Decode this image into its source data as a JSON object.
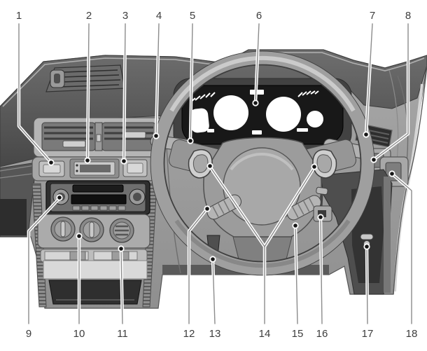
{
  "figure": {
    "background": "#ffffff",
    "palette": {
      "leader_line": "#8c8c8c",
      "label_text": "#3d3d3d",
      "dash_dark": "#4a4a4a",
      "dash_mid": "#9e9e9e",
      "dash_light": "#c4c4c4",
      "cluster_face": "#181818",
      "gauge_white": "#ffffff"
    }
  },
  "callouts": {
    "labels": [
      "1",
      "2",
      "3",
      "4",
      "5",
      "6",
      "7",
      "8",
      "9",
      "10",
      "11",
      "12",
      "13",
      "14",
      "15",
      "16",
      "17",
      "18"
    ]
  }
}
